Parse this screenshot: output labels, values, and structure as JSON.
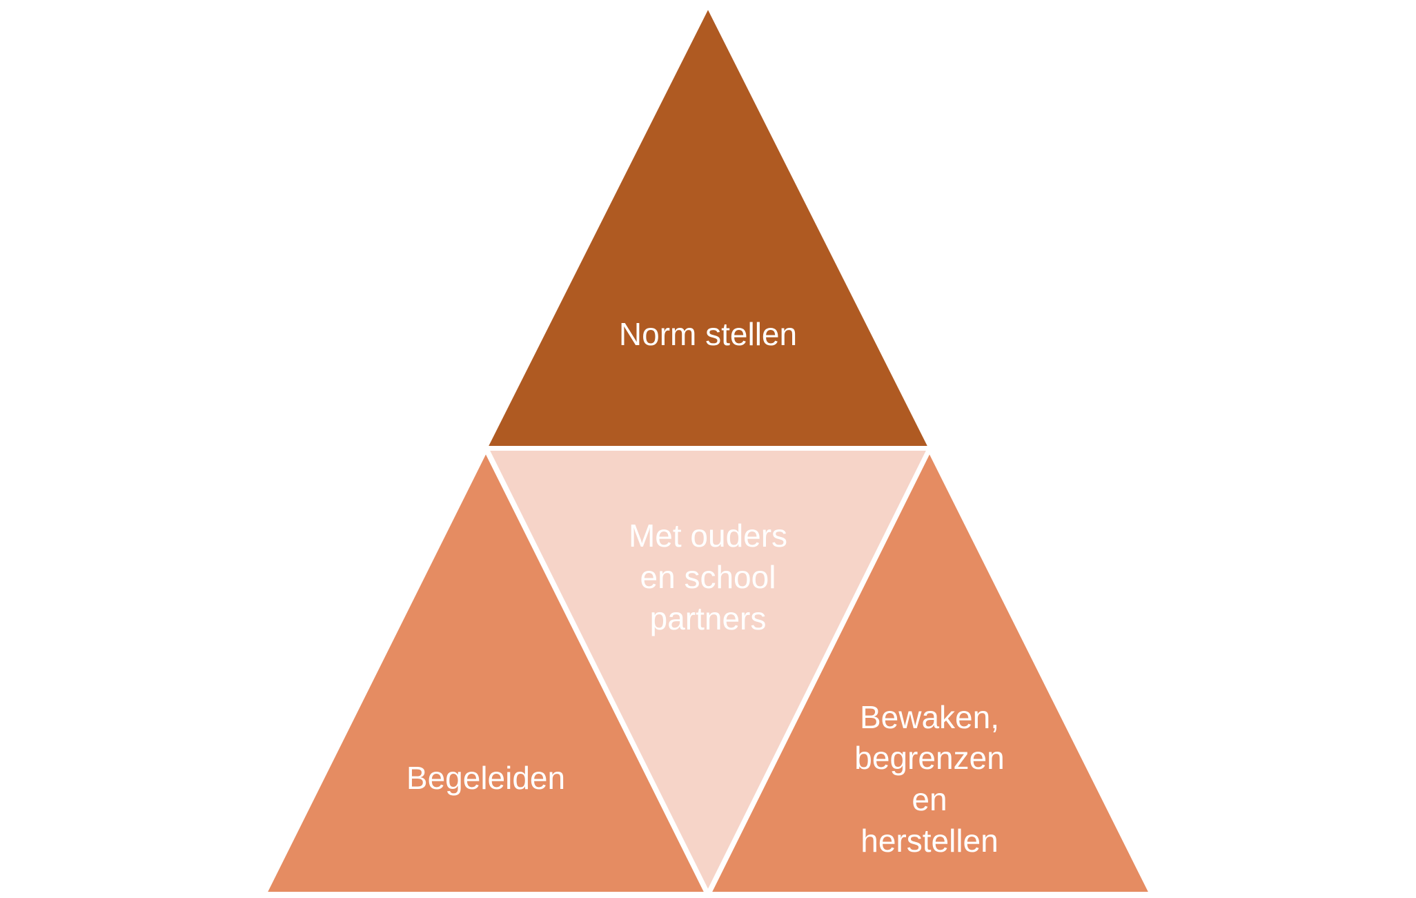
{
  "colors": {
    "top": "#AF5A22",
    "sides": "#E58C62",
    "center": "#F6D4C8",
    "text": "#FFFFFF",
    "border": "#FFFFFF"
  },
  "diagram": {
    "top": {
      "label": "Norm stellen"
    },
    "center": {
      "lines": [
        "Met ouders",
        "en school",
        "partners"
      ]
    },
    "left": {
      "label": "Begeleiden"
    },
    "right": {
      "lines": [
        "Bewaken,",
        "begrenzen",
        "en",
        "herstellen"
      ]
    }
  }
}
